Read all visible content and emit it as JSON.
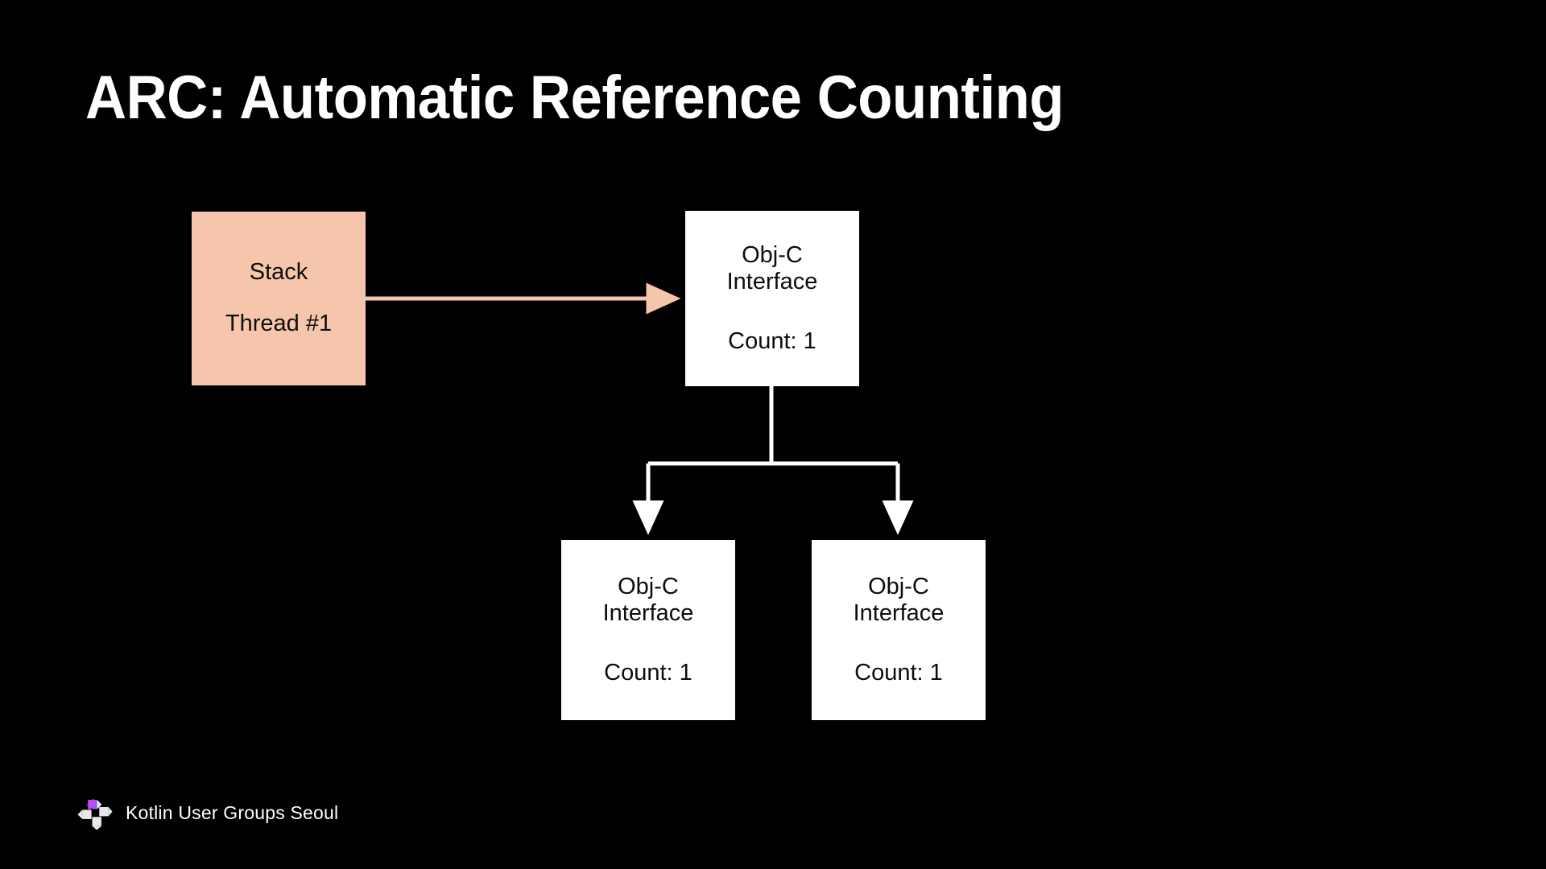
{
  "slide": {
    "title": "ARC: Automatic Reference Counting",
    "background_color": "#000000"
  },
  "colors": {
    "background": "#000000",
    "title_text": "#ffffff",
    "stack_box_fill": "#f5c6ab",
    "stack_arrow": "#f5c6ab",
    "object_box_fill": "#ffffff",
    "object_box_text": "#0d0d0d",
    "connector": "#ffffff",
    "logo_accent": "#d946ef",
    "logo_accent_secondary": "#a855f7",
    "logo_body": "#e8e8ec"
  },
  "diagram": {
    "type": "reference-counting-graph",
    "nodes": [
      {
        "id": "stack",
        "name": "stack-box",
        "kind": "stack",
        "line1": "Stack",
        "line2": "Thread #1"
      },
      {
        "id": "root",
        "name": "objc-interface-root",
        "kind": "object",
        "line1": "Obj-C",
        "line2": "Interface",
        "count_label": "Count: 1"
      },
      {
        "id": "child-left",
        "name": "objc-interface-child-left",
        "kind": "object",
        "line1": "Obj-C",
        "line2": "Interface",
        "count_label": "Count: 1"
      },
      {
        "id": "child-right",
        "name": "objc-interface-child-right",
        "kind": "object",
        "line1": "Obj-C",
        "line2": "Interface",
        "count_label": "Count: 1"
      }
    ],
    "edges": [
      {
        "from": "stack",
        "to": "root",
        "style": "arrow",
        "color": "#f5c6ab"
      },
      {
        "from": "root",
        "to": "child-left",
        "style": "arrow",
        "color": "#ffffff"
      },
      {
        "from": "root",
        "to": "child-right",
        "style": "arrow",
        "color": "#ffffff"
      }
    ]
  },
  "footer": {
    "logo_name": "kotlin-user-groups-pinwheel-logo",
    "text": "Kotlin User Groups Seoul"
  }
}
